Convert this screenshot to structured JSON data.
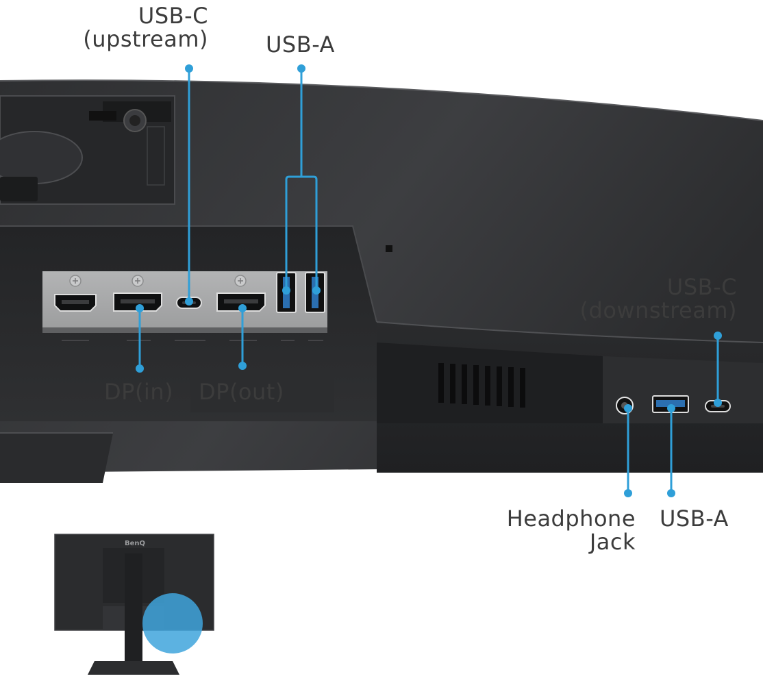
{
  "callouts": {
    "usb_c_upstream": {
      "line1": "USB-C",
      "line2": "(upstream)"
    },
    "usb_a_top": {
      "text": "USB-A"
    },
    "usb_c_downstream": {
      "line1": "USB-C",
      "line2": "(downstream)"
    },
    "dp_in": {
      "text": "DP(in)"
    },
    "dp_out": {
      "text": "DP(out)"
    },
    "headphone_jack": {
      "line1": "Headphone",
      "line2": "Jack"
    },
    "usb_a_bottom": {
      "text": "USB-A"
    }
  },
  "thumbnail": {
    "brand": "BenQ"
  },
  "colors": {
    "callout": "#2f9fd8",
    "label_text": "#3c3c3c",
    "monitor_body": "#3a3b3d",
    "port_panel": "#a9aaab",
    "highlight_circle": "#3fa4dc"
  }
}
